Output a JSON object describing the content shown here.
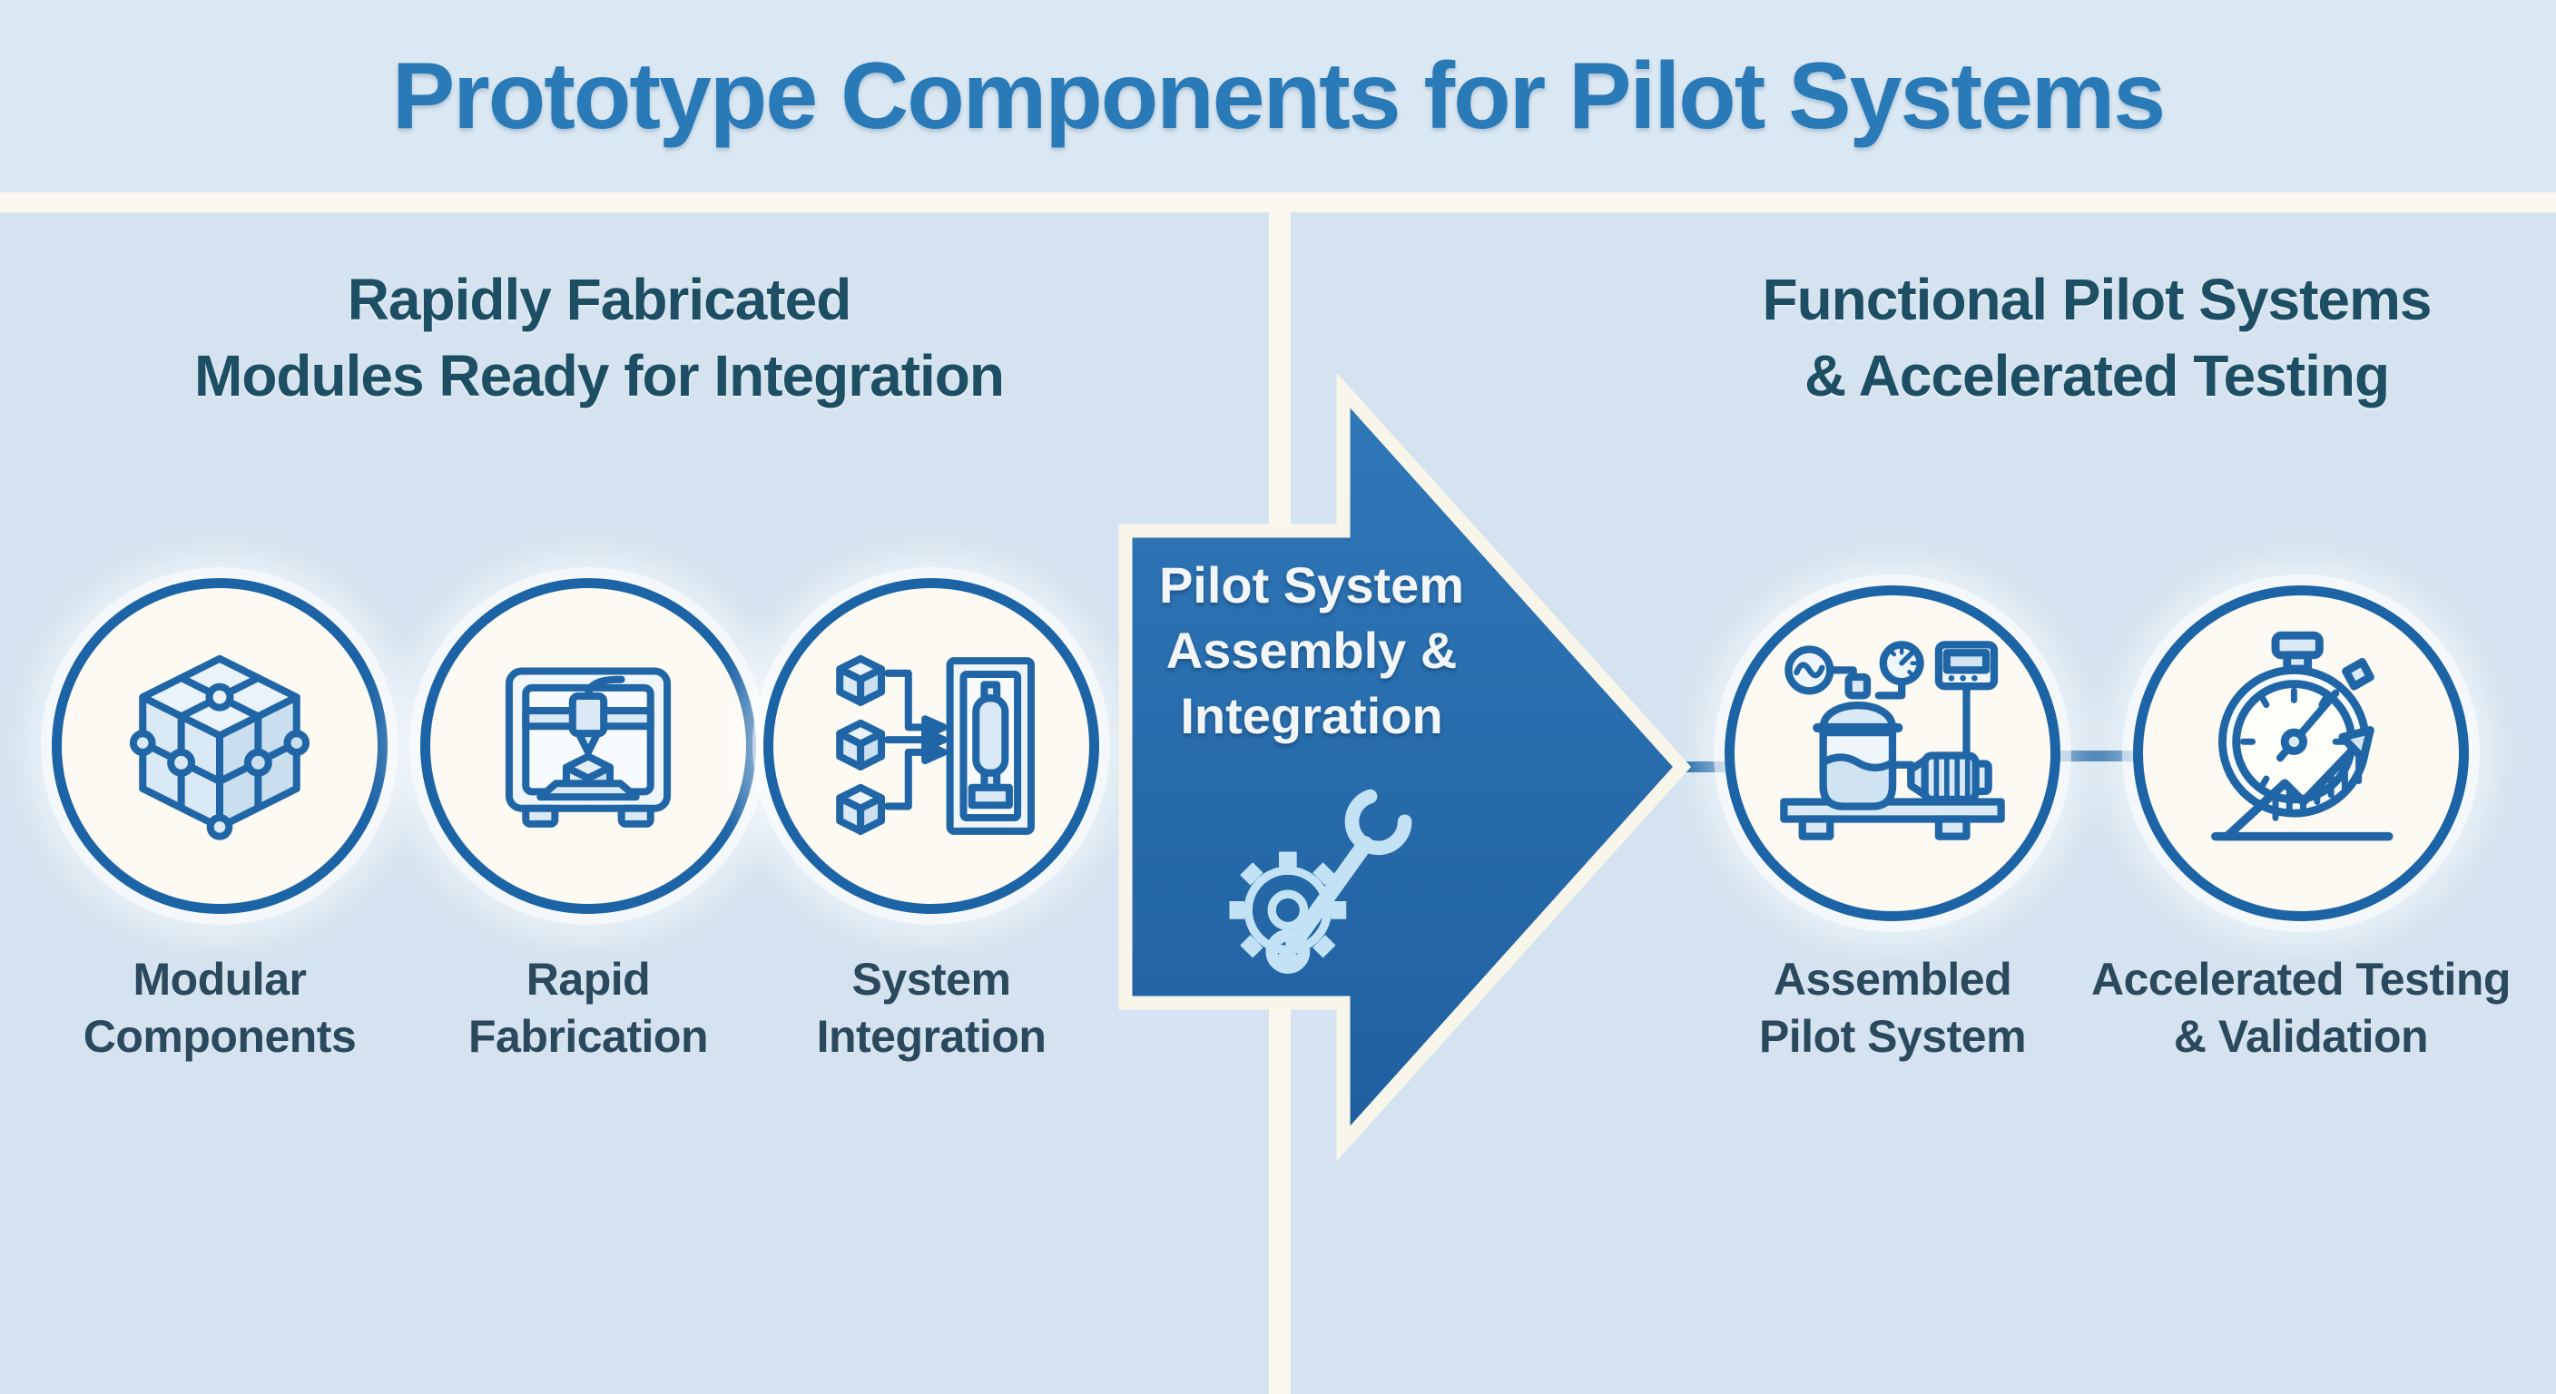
{
  "title": "Prototype Components for Pilot Systems",
  "left_panel": {
    "heading_line1": "Rapidly Fabricated",
    "heading_line2": "Modules Ready for Integration",
    "items": [
      {
        "label_line1": "Modular",
        "label_line2": "Components",
        "icon": "puzzle-cube-icon"
      },
      {
        "label_line1": "Rapid",
        "label_line2": "Fabrication",
        "icon": "printer-3d-icon"
      },
      {
        "label_line1": "System",
        "label_line2": "Integration",
        "icon": "modules-to-machine-icon"
      }
    ]
  },
  "arrow": {
    "line1": "Pilot System",
    "line2": "Assembly &",
    "line3": "Integration",
    "icon": "gear-wrench-icon"
  },
  "right_panel": {
    "heading_line1": "Functional Pilot Systems",
    "heading_line2": "& Accelerated Testing",
    "items": [
      {
        "label_line1": "Assembled",
        "label_line2": "Pilot System",
        "icon": "pilot-plant-icon"
      },
      {
        "label_line1": "Accelerated Testing",
        "label_line2": "& Validation",
        "icon": "stopwatch-growth-icon"
      }
    ]
  },
  "colors": {
    "background": "#d4e3ef",
    "title_band": "#dae8f3",
    "divider_cream": "#faf7ee",
    "title_blue": "#2b7ab8",
    "heading_navy": "#1d4e63",
    "label_slate": "#2a495c",
    "arrow_blue": "#2a6cab",
    "circle_border_blue": "#1c64a6",
    "icon_stroke_blue": "#2066a6",
    "icon_fill_light": "#d9e9f5",
    "circle_fill_ivory": "#fcfaf2"
  }
}
